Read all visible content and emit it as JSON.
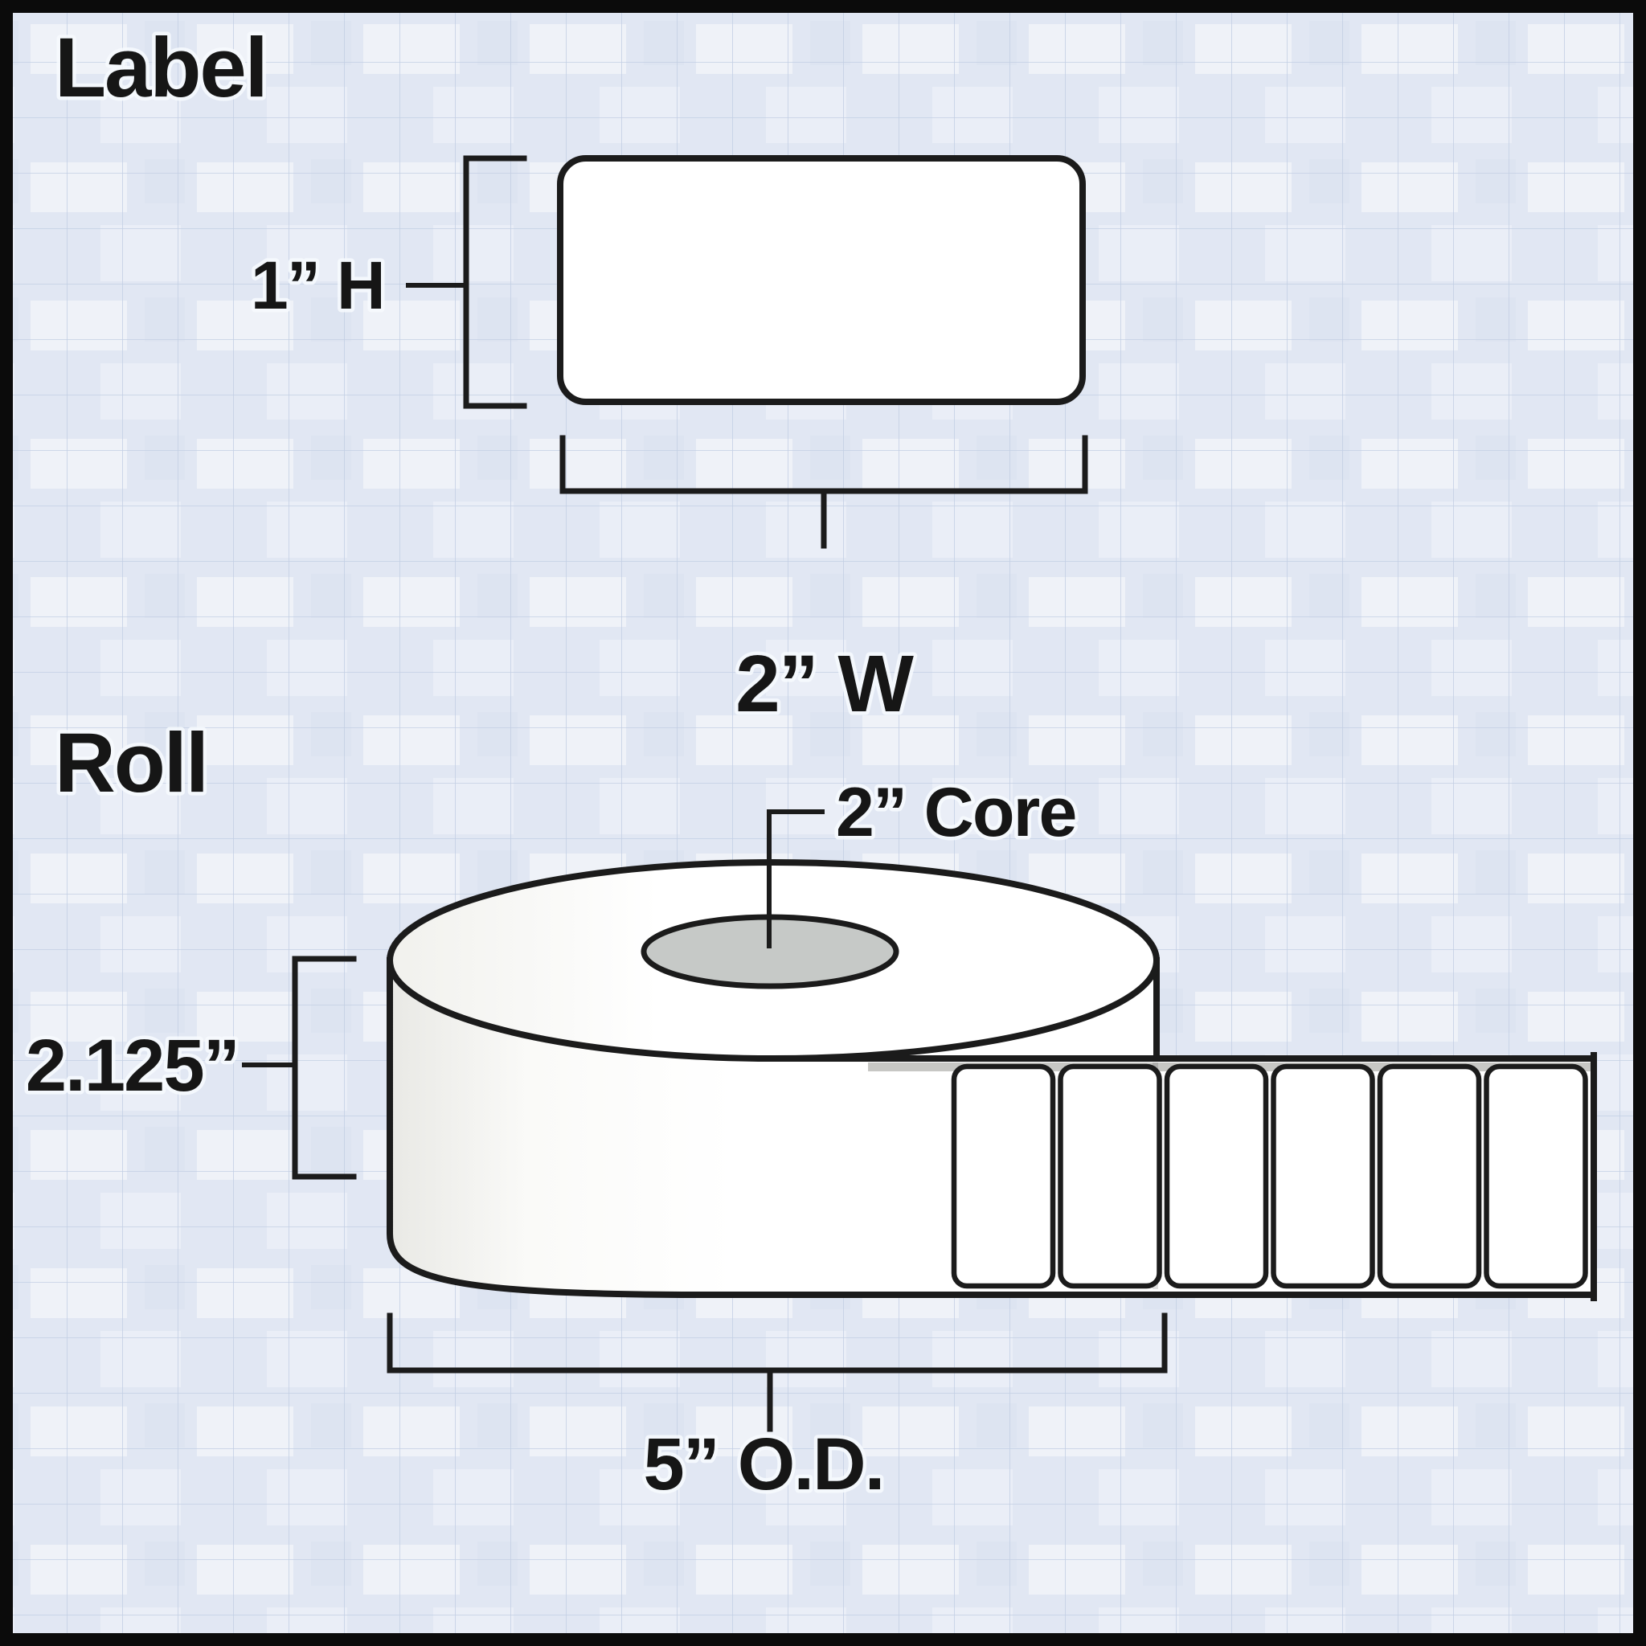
{
  "page": {
    "background_color": "#e1e7f3",
    "frame_color": "#0b0b0b",
    "grid_color": "#c3cfe4",
    "line_color": "#1b1b1b"
  },
  "colors": {
    "core_gray": "#c6c9c7",
    "shadow_gray": "#dbdbd5",
    "shape_white": "#ffffff"
  },
  "label_section": {
    "title": "Label",
    "height_label": "1” H",
    "width_label": "2” W"
  },
  "roll_section": {
    "title": "Roll",
    "core_label": "2” Core",
    "height_label": "2.125”",
    "od_label": "5” O.D.",
    "strip_label_count": 6
  }
}
